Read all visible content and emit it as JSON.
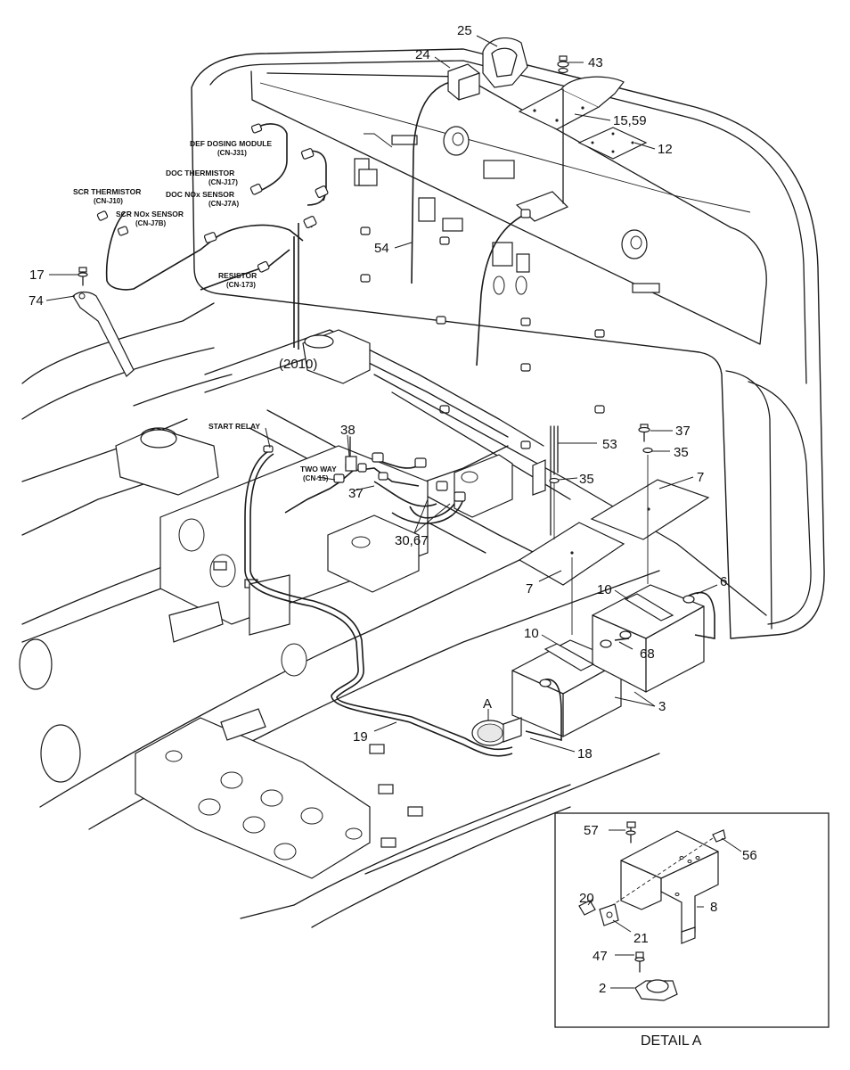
{
  "callouts": {
    "c2": "2",
    "c3": "3",
    "c6": "6",
    "c7a": "7",
    "c7b": "7",
    "c8": "8",
    "c10a": "10",
    "c10b": "10",
    "c12": "12",
    "c15_59": "15,59",
    "c17": "17",
    "c18": "18",
    "c19": "19",
    "c20": "20",
    "c21": "21",
    "c24": "24",
    "c25": "25",
    "c30_67": "30,67",
    "c35a": "35",
    "c35b": "35",
    "c37a": "37",
    "c37b": "37",
    "c38": "38",
    "c43": "43",
    "c47": "47",
    "c53": "53",
    "c54": "54",
    "c56": "56",
    "c57": "57",
    "c68": "68",
    "c74": "74",
    "cA": "A",
    "c2010": "(2010)"
  },
  "connectors": {
    "def_dosing": "DEF DOSING MODULE",
    "def_dosing_code": "(CN-J31)",
    "doc_thermistor": "DOC THERMISTOR",
    "doc_thermistor_code": "(CN-J17)",
    "doc_nox": "DOC NOx SENSOR",
    "doc_nox_code": "(CN-J7A)",
    "scr_thermistor": "SCR THERMISTOR",
    "scr_thermistor_code": "(CN-J10)",
    "scr_nox": "SCR NOx SENSOR",
    "scr_nox_code": "(CN-J7B)",
    "resistor": "RESISTOR",
    "resistor_code": "(CN-173)",
    "start_relay": "START RELAY",
    "two_way": "TWO WAY",
    "two_way_code": "(CN-15)"
  },
  "detail": {
    "title": "DETAIL A"
  }
}
